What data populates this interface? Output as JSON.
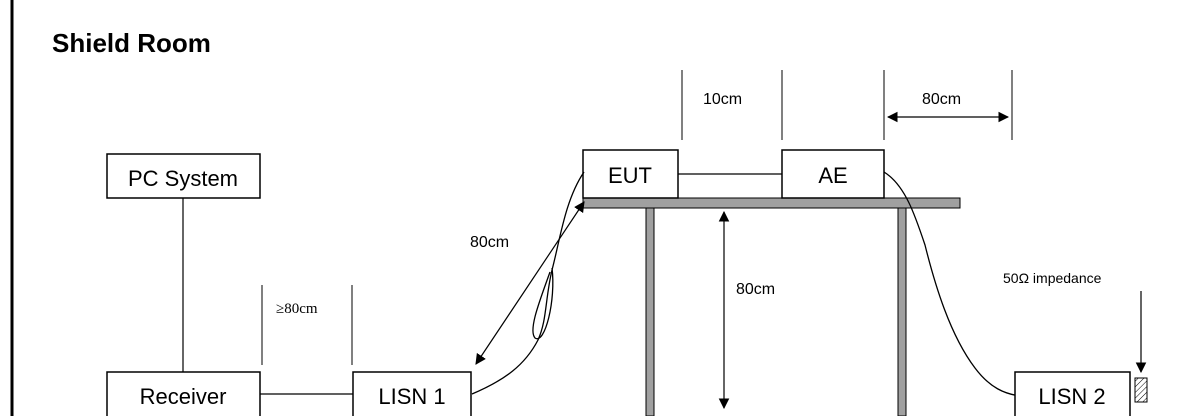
{
  "title": "Shield Room",
  "boxes": {
    "pc_system": "PC System",
    "receiver": "Receiver",
    "lisn1": "LISN 1",
    "eut": "EUT",
    "ae": "AE",
    "lisn2": "LISN 2"
  },
  "dimensions": {
    "eut_ae_gap": "10cm",
    "ae_wall": "80cm",
    "cable_length": "80cm",
    "table_height": "80cm",
    "receiver_lisn": "≥80cm"
  },
  "impedance_label": "50Ω impedance",
  "colors": {
    "table": "#a0a0a0",
    "line": "#000000"
  }
}
